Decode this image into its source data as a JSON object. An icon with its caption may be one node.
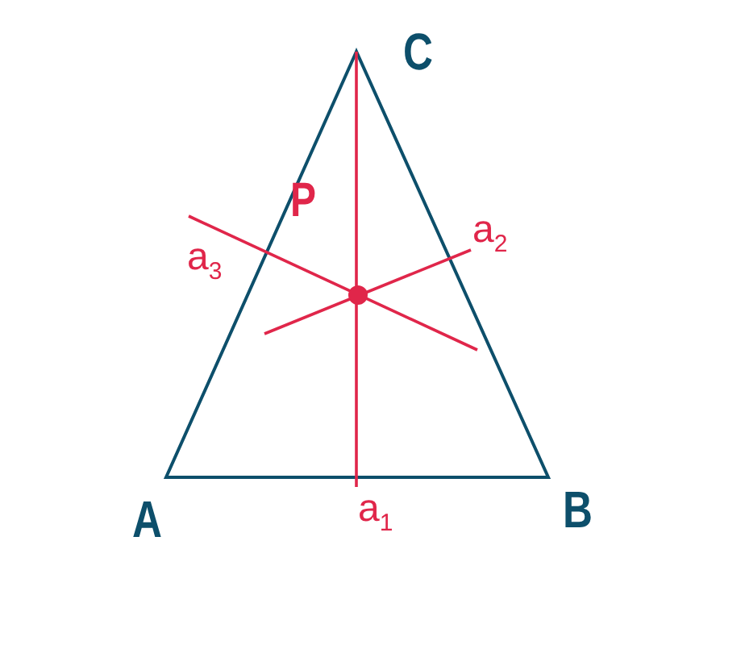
{
  "diagram": {
    "labels": [
      "C",
      "P",
      "a$_{3}$",
      "a$_{2}$",
      "A",
      "a$_{1}$",
      "B"
    ]
  }
}
